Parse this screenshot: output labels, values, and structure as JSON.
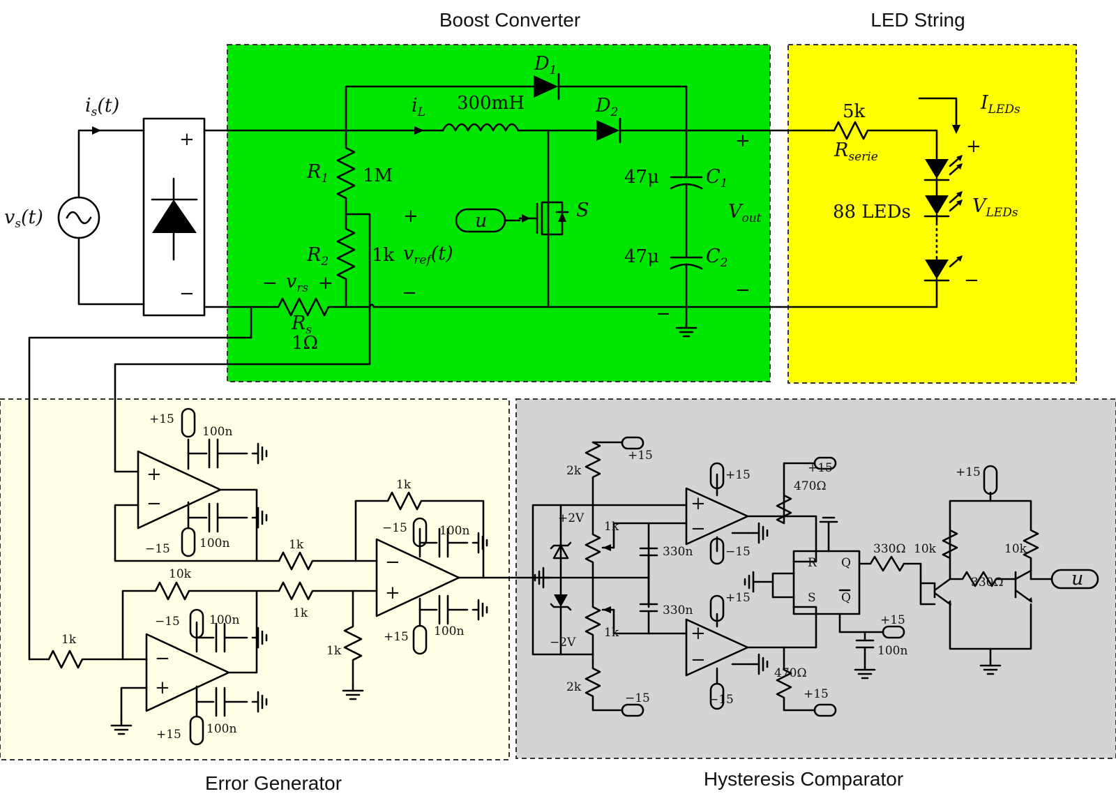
{
  "regions": {
    "boost": {
      "title": "Boost Converter",
      "fill": "#00e600"
    },
    "led": {
      "title": "LED String",
      "fill": "#ffff00"
    },
    "error": {
      "title": "Error Generator",
      "fill": "#ffffe6"
    },
    "hyst": {
      "title": "Hysteresis Comparator",
      "fill": "#d4d4d4"
    }
  },
  "source": {
    "vs": "v",
    "vs_sub": "s",
    "vs_t": "(t)",
    "is": "i",
    "is_sub": "s",
    "is_t": "(t)",
    "plus": "+",
    "minus": "−"
  },
  "boost": {
    "d1": "D",
    "d1_sub": "1",
    "d2": "D",
    "d2_sub": "2",
    "il": "i",
    "il_sub": "L",
    "inductor": "300mH",
    "r1": "R",
    "r1_sub": "1",
    "r1_val": "1M",
    "r2": "R",
    "r2_sub": "2",
    "r2_val": "1k",
    "vref": "v",
    "vref_sub": "ref",
    "vref_t": "(t)",
    "vrs_minus": "−",
    "vrs": "v",
    "vrs_sub": "rs",
    "vrs_plus": "+",
    "rs": "R",
    "rs_sub": "s",
    "rs_val": "1Ω",
    "u": "u",
    "switch": "S",
    "c1_val": "47μ",
    "c1": "C",
    "c1_sub": "1",
    "c2_val": "47μ",
    "c2": "C",
    "c2_sub": "2",
    "vout": "V",
    "vout_sub": "out",
    "plus": "+",
    "minus": "−"
  },
  "led": {
    "rserie_val": "5k",
    "rserie": "R",
    "rserie_sub": "serie",
    "iled": "I",
    "iled_sub": "LEDs",
    "count": "88 LEDs",
    "vled": "V",
    "vled_sub": "LEDs",
    "plus": "+",
    "minus": "−"
  },
  "error_gen": {
    "p15": "+15",
    "m15": "−15",
    "c100n": "100n",
    "r1k": "1k",
    "r10k": "10k",
    "oa_plus": "+",
    "oa_minus": "−"
  },
  "hyst": {
    "r2k": "2k",
    "r1k": "1k",
    "p15": "+15",
    "m15": "−15",
    "p2v": "+2V",
    "m2v": "−2V",
    "c330n": "330n",
    "r470": "470Ω",
    "r330": "330Ω",
    "r10k": "10k",
    "c100n": "100n",
    "ff_r": "R",
    "ff_s": "S",
    "ff_q": "Q",
    "ff_qbar": "Q",
    "u": "u"
  }
}
